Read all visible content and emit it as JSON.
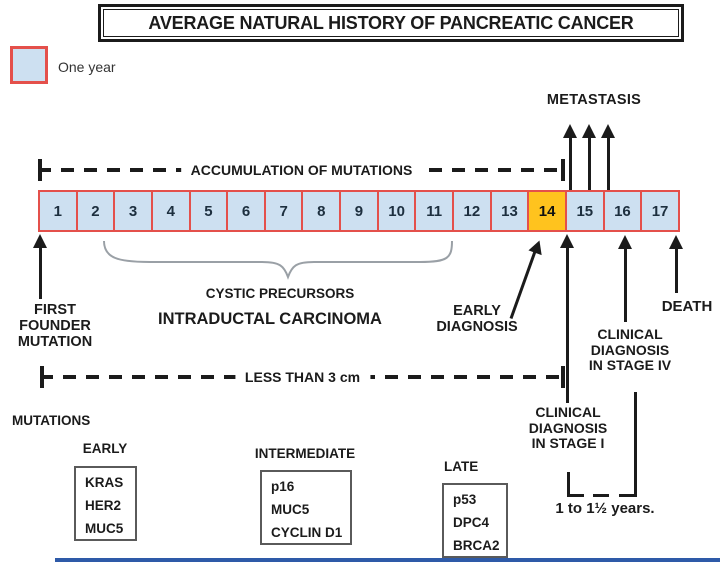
{
  "title": "AVERAGE NATURAL HISTORY OF PANCREATIC CANCER",
  "legend": {
    "label": "One year"
  },
  "metastasis_label": "METASTASIS",
  "accumulation_label": "ACCUMULATION OF MUTATIONS",
  "size_label": "LESS THAN 3 cm",
  "timeline": {
    "years": [
      "1",
      "2",
      "3",
      "4",
      "5",
      "6",
      "7",
      "8",
      "9",
      "10",
      "11",
      "12",
      "13",
      "14",
      "15",
      "16",
      "17"
    ],
    "highlighted_year": "14"
  },
  "annotations": {
    "first_founder_mutation": "FIRST\nFOUNDER\nMUTATION",
    "cystic_precursors": "CYSTIC PRECURSORS",
    "intraductal_carcinoma": "INTRADUCTAL CARCINOMA",
    "early_diagnosis": "EARLY\nDIAGNOSIS",
    "death": "DEATH",
    "clinical_stage_iv": "CLINICAL\nDIAGNOSIS\nIN STAGE IV",
    "clinical_stage_i": "CLINICAL\nDIAGNOSIS\nIN STAGE I",
    "interval": "1 to 1½ years."
  },
  "mutations": {
    "heading": "MUTATIONS",
    "groups": [
      {
        "name": "EARLY",
        "genes": [
          "KRAS",
          "HER2",
          "MUC5"
        ]
      },
      {
        "name": "INTERMEDIATE",
        "genes": [
          "p16",
          "MUC5",
          "CYCLIN D1"
        ]
      },
      {
        "name": "LATE",
        "genes": [
          "p53",
          "DPC4",
          "BRCA2"
        ]
      }
    ]
  },
  "colors": {
    "year_box_fill": "#CDE0F1",
    "year_box_border": "#E4504B",
    "highlight_fill": "#FFC31E",
    "line_color": "#1B1B1B",
    "brace_color": "#9AA0A6"
  }
}
